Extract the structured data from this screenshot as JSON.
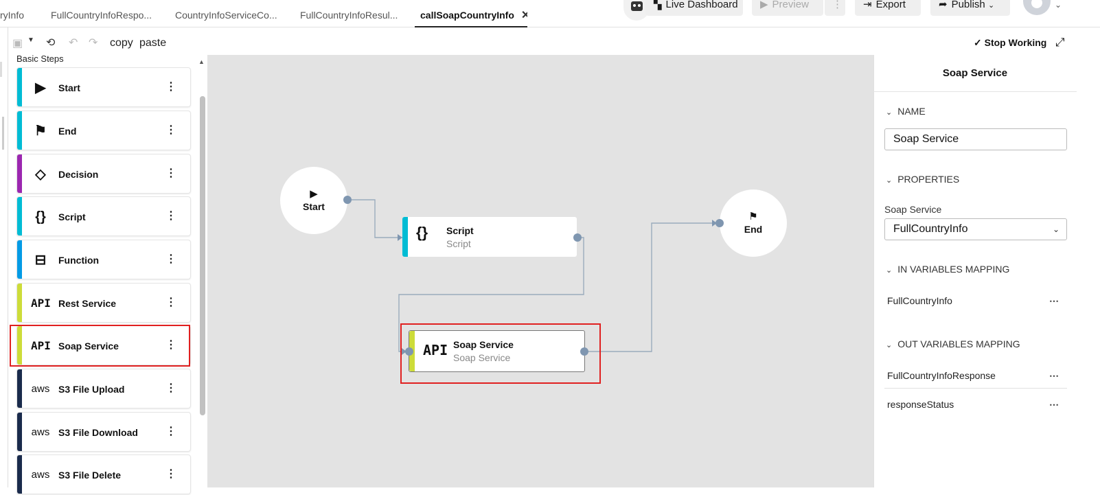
{
  "tabs": [
    {
      "label": "ryInfo"
    },
    {
      "label": "FullCountryInfoRespo..."
    },
    {
      "label": "CountryInfoServiceCo..."
    },
    {
      "label": "FullCountryInfoResul..."
    },
    {
      "label": "callSoapCountryInfo",
      "close": "✕"
    }
  ],
  "header": {
    "live_dashboard": "Live Dashboard",
    "preview": "Preview",
    "more": "⋮",
    "export": "Export",
    "publish": "Publish"
  },
  "toolbar": {
    "copy": "copy",
    "paste": "paste",
    "stop_working": "Stop Working"
  },
  "palette": {
    "title": "Basic Steps",
    "items": [
      {
        "label": "Start",
        "icon": "play-icon",
        "glyph": "▶",
        "color": "#00bcd4"
      },
      {
        "label": "End",
        "icon": "checkered-flag-icon",
        "glyph": "⚑",
        "color": "#00bcd4"
      },
      {
        "label": "Decision",
        "icon": "diamond-icon",
        "glyph": "◇",
        "color": "#9c27b0"
      },
      {
        "label": "Script",
        "icon": "braces-icon",
        "glyph": "{}",
        "color": "#00bcd4"
      },
      {
        "label": "Function",
        "icon": "function-tree-icon",
        "glyph": "⊟",
        "color": "#039be5"
      },
      {
        "label": "Rest Service",
        "icon": "api-icon",
        "glyph": "API",
        "color": "#cddc39"
      },
      {
        "label": "Soap Service",
        "icon": "api-icon",
        "glyph": "API",
        "color": "#cddc39"
      },
      {
        "label": "S3 File Upload",
        "icon": "aws-icon",
        "glyph": "aws",
        "color": "#1a2b4c"
      },
      {
        "label": "S3 File Download",
        "icon": "aws-icon",
        "glyph": "aws",
        "color": "#1a2b4c"
      },
      {
        "label": "S3 File Delete",
        "icon": "aws-icon",
        "glyph": "aws",
        "color": "#1a2b4c"
      }
    ]
  },
  "canvas": {
    "start": "Start",
    "end": "End",
    "script": {
      "title": "Script",
      "subtitle": "Script",
      "glyph": "{}"
    },
    "soap": {
      "title": "Soap Service",
      "subtitle": "Soap Service",
      "glyph": "API"
    }
  },
  "panel": {
    "title": "Soap Service",
    "name_section": "NAME",
    "name_value": "Soap Service",
    "properties_section": "PROPERTIES",
    "soap_service_label": "Soap Service",
    "soap_service_value": "FullCountryInfo",
    "in_section": "IN VARIABLES MAPPING",
    "in_items": [
      "FullCountryInfo"
    ],
    "out_section": "OUT VARIABLES MAPPING",
    "out_items": [
      "FullCountryInfoResponse",
      "responseStatus"
    ]
  },
  "colors": {
    "accent": "#00bcd4",
    "service": "#cddc39",
    "edge": "#7f96b0",
    "highlight": "#e02020"
  }
}
